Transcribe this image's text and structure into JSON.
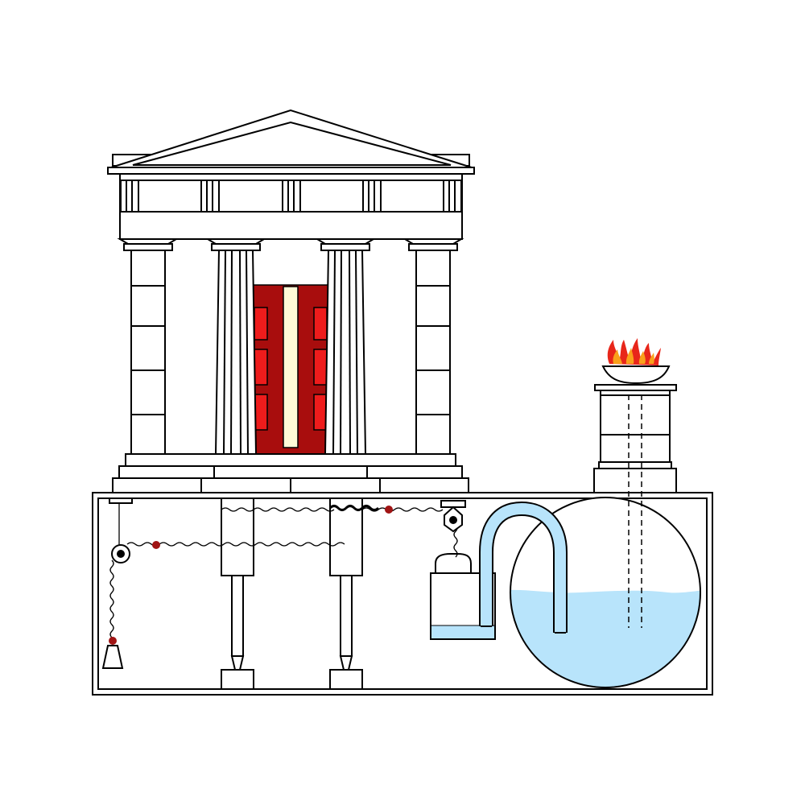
{
  "diagram": {
    "caption": "",
    "components": [
      {
        "name": "temple",
        "kind": "building"
      },
      {
        "name": "temple-doors",
        "kind": "doors"
      },
      {
        "name": "altar",
        "kind": "pedestal"
      },
      {
        "name": "altar-fire",
        "kind": "flame"
      },
      {
        "name": "sphere-water-tank",
        "kind": "vessel"
      },
      {
        "name": "siphon-pipe",
        "kind": "pipe"
      },
      {
        "name": "bucket",
        "kind": "vessel"
      },
      {
        "name": "counterweight",
        "kind": "weight"
      },
      {
        "name": "pulley",
        "kind": "wheel"
      },
      {
        "name": "rope",
        "kind": "rope"
      },
      {
        "name": "door-axles",
        "kind": "shaft"
      }
    ]
  },
  "colors": {
    "stroke": "#000000",
    "background": "#ffffff",
    "door_dark": "#a80d0d",
    "door_red": "#ee1c1c",
    "door_gap": "#fffbd8",
    "water": "#b8e4fb",
    "pipe": "#b8e4fb",
    "flame_outer": "#e8261a",
    "flame_inner": "#f9a11b",
    "knot": "#a01414"
  }
}
